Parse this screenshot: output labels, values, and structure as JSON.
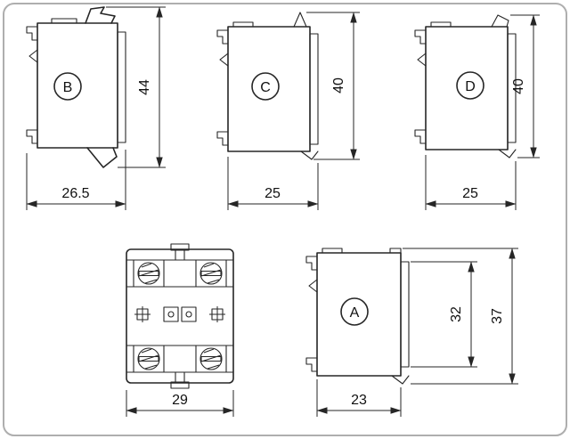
{
  "diagram": {
    "views": {
      "b": {
        "label": "B",
        "height": "44",
        "width": "26.5"
      },
      "c": {
        "label": "C",
        "height": "40",
        "width": "25"
      },
      "d": {
        "label": "D",
        "height": "40",
        "width": "25"
      },
      "front": {
        "width": "29"
      },
      "a": {
        "label": "A",
        "inner_height": "32",
        "height": "37",
        "width": "23"
      }
    },
    "colors": {
      "line": "#262626",
      "frame": "#aeaeae"
    }
  }
}
